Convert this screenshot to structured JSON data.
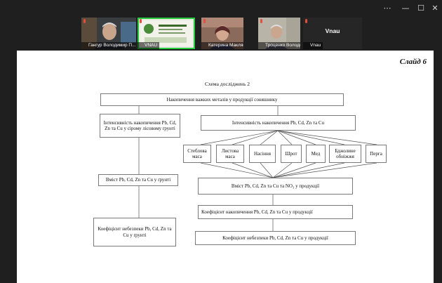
{
  "window": {
    "controls": [
      "⋯",
      "—",
      "☐",
      "✕"
    ]
  },
  "participants": [
    {
      "name": "Гангур Володимир П..."
    },
    {
      "name": "VNAU"
    },
    {
      "name": "Катерина Макляк"
    },
    {
      "name": "Троценко Володимир"
    },
    {
      "name": "Vnau",
      "display_name": "Vnau"
    }
  ],
  "slide": {
    "number": "Слайд 6",
    "title": "Схема досліджень 2",
    "top_box": "Накопичення важких металів у продукції соняшнику",
    "left_intensity": "Інтенсивність накопичення Pb, Cd, Zn та Cu у сірому лісовому ґрунті",
    "right_intensity": "Інтенсивність накопичення Pb, Cd, Zn та Cu",
    "products": [
      "Стеблова маса",
      "Листова маса",
      "Насіння",
      "Шрот",
      "Мед",
      "Бджолине обніжжя",
      "Перга"
    ],
    "soil_content": "Вміст Pb, Cd, Zn та Cu у ґрунті",
    "product_content": "Вміст Pb, Cd, Zn та Cu та NO₃ у продукції",
    "accumulation_coef": "Коефіцієнт накопичення Pb, Cd, Zn та Cu у продукції",
    "soil_hazard": "Коефіцієнт небезпеки Pb, Cd, Zn та Cu у ґрунті",
    "product_hazard": "Коефіцієнт небезпеки Pb, Cd, Zn та Cu у продукції"
  }
}
